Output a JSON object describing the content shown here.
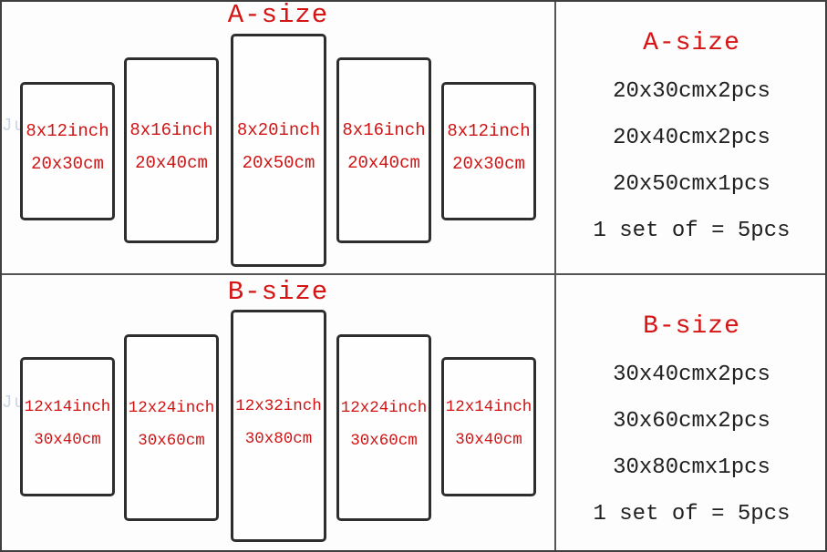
{
  "colors": {
    "accent_red": "#d51414",
    "text_dark": "#202020",
    "panel_border": "#2e2e2e",
    "divider": "#555555",
    "background": "#fdfdfd"
  },
  "watermark": "Ju",
  "sections": [
    {
      "title": "A-size",
      "panels": [
        {
          "inch": "8x12inch",
          "cm": "20x30cm"
        },
        {
          "inch": "8x16inch",
          "cm": "20x40cm"
        },
        {
          "inch": "8x20inch",
          "cm": "20x50cm"
        },
        {
          "inch": "8x16inch",
          "cm": "20x40cm"
        },
        {
          "inch": "8x12inch",
          "cm": "20x30cm"
        }
      ],
      "summary": {
        "title": "A-size",
        "lines": [
          "20x30cmx2pcs",
          "20x40cmx2pcs",
          "20x50cmx1pcs",
          "1 set of = 5pcs"
        ]
      }
    },
    {
      "title": "B-size",
      "panels": [
        {
          "inch": "12x14inch",
          "cm": "30x40cm"
        },
        {
          "inch": "12x24inch",
          "cm": "30x60cm"
        },
        {
          "inch": "12x32inch",
          "cm": "30x80cm"
        },
        {
          "inch": "12x24inch",
          "cm": "30x60cm"
        },
        {
          "inch": "12x14inch",
          "cm": "30x40cm"
        }
      ],
      "summary": {
        "title": "B-size",
        "lines": [
          "30x40cmx2pcs",
          "30x60cmx2pcs",
          "30x80cmx1pcs",
          "1 set of = 5pcs"
        ]
      }
    }
  ]
}
